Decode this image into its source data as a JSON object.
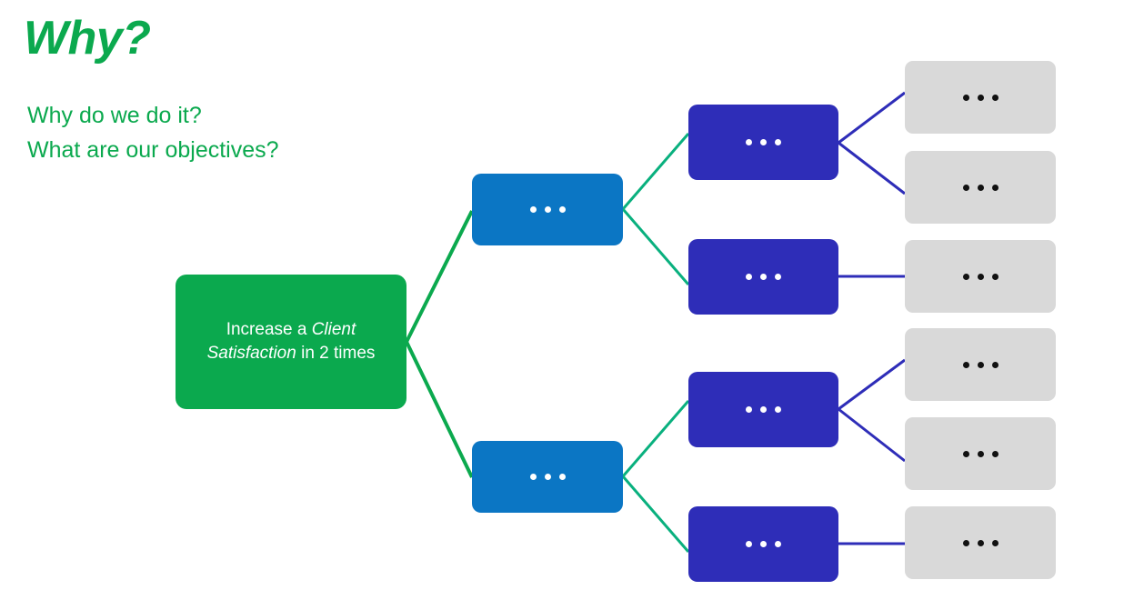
{
  "slide": {
    "title": "Why?",
    "subtitle_lines": [
      "Why do we do it?",
      "What are our objectives?"
    ]
  },
  "colors": {
    "accent_green": "#0BA94E",
    "level2_blue": "#0B76C4",
    "level3_purple": "#2E2DB8",
    "level4_gray": "#D9D9D9",
    "connector_green": "#0BA94E",
    "connector_teal": "#09B07E",
    "connector_purple": "#2E2DB8",
    "background": "#FFFFFF",
    "text_on_color": "#FFFFFF",
    "text_on_gray": "#111111"
  },
  "diagram": {
    "type": "tree",
    "orientation": "left-to-right",
    "root": {
      "id": "root",
      "text_prefix": "Increase a ",
      "text_emphasis": "Client Satisfaction",
      "text_suffix": " in 2 times",
      "full_text": "Increase a Client Satisfaction in 2 times"
    },
    "level2": [
      {
        "id": "l2-1",
        "placeholder": "..."
      },
      {
        "id": "l2-2",
        "placeholder": "..."
      }
    ],
    "level3": [
      {
        "id": "l3-1",
        "placeholder": "..."
      },
      {
        "id": "l3-2",
        "placeholder": "..."
      },
      {
        "id": "l3-3",
        "placeholder": "..."
      },
      {
        "id": "l3-4",
        "placeholder": "..."
      }
    ],
    "level4": [
      {
        "id": "l4-1",
        "placeholder": "..."
      },
      {
        "id": "l4-2",
        "placeholder": "..."
      },
      {
        "id": "l4-3",
        "placeholder": "..."
      },
      {
        "id": "l4-4",
        "placeholder": "..."
      },
      {
        "id": "l4-5",
        "placeholder": "..."
      },
      {
        "id": "l4-6",
        "placeholder": "..."
      }
    ]
  }
}
